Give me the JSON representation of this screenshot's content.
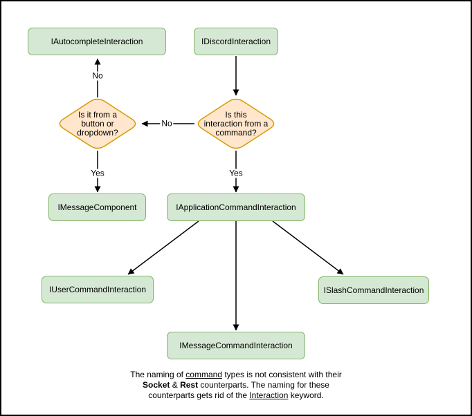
{
  "diagram": {
    "title_hint": "Discord interaction type flowchart",
    "nodes": {
      "autocomplete": {
        "label": "IAutocompleteInteraction"
      },
      "discord": {
        "label": "IDiscordInteraction"
      },
      "message_component": {
        "label": "IMessageComponent"
      },
      "application_command": {
        "label": "IApplicationCommandInteraction"
      },
      "user_command": {
        "label": "IUserCommandInteraction"
      },
      "slash_command": {
        "label": "ISlashCommandInteraction"
      },
      "message_command": {
        "label": "IMessageCommandInteraction"
      }
    },
    "decisions": {
      "button_dropdown": {
        "line1": "Is it from a",
        "line2": "button or",
        "line3": "dropdown?"
      },
      "from_command": {
        "line1": "Is this",
        "line2": "interaction from a",
        "line3": "command?"
      }
    },
    "edge_labels": {
      "no_up": "No",
      "no_between": "No",
      "yes_left": "Yes",
      "yes_right": "Yes"
    },
    "note": {
      "l1_pre": "The naming of ",
      "l1_underlined": "command",
      "l1_post": " types is not consistent with their",
      "l2_bold1": "Socket",
      "l2_mid": " & ",
      "l2_bold2": "Rest",
      "l2_post": " counterparts. The naming for these",
      "l3_pre": "counterparts gets rid of the ",
      "l3_underlined": "Interaction",
      "l3_post": " keyword."
    },
    "colors": {
      "node_fill": "#d5e8d4",
      "node_border": "#82b366",
      "decision_fill": "#ffe6cc",
      "decision_border": "#d79b00",
      "arrow": "#000000",
      "canvas_border": "#000000",
      "background": "#ffffff"
    }
  }
}
